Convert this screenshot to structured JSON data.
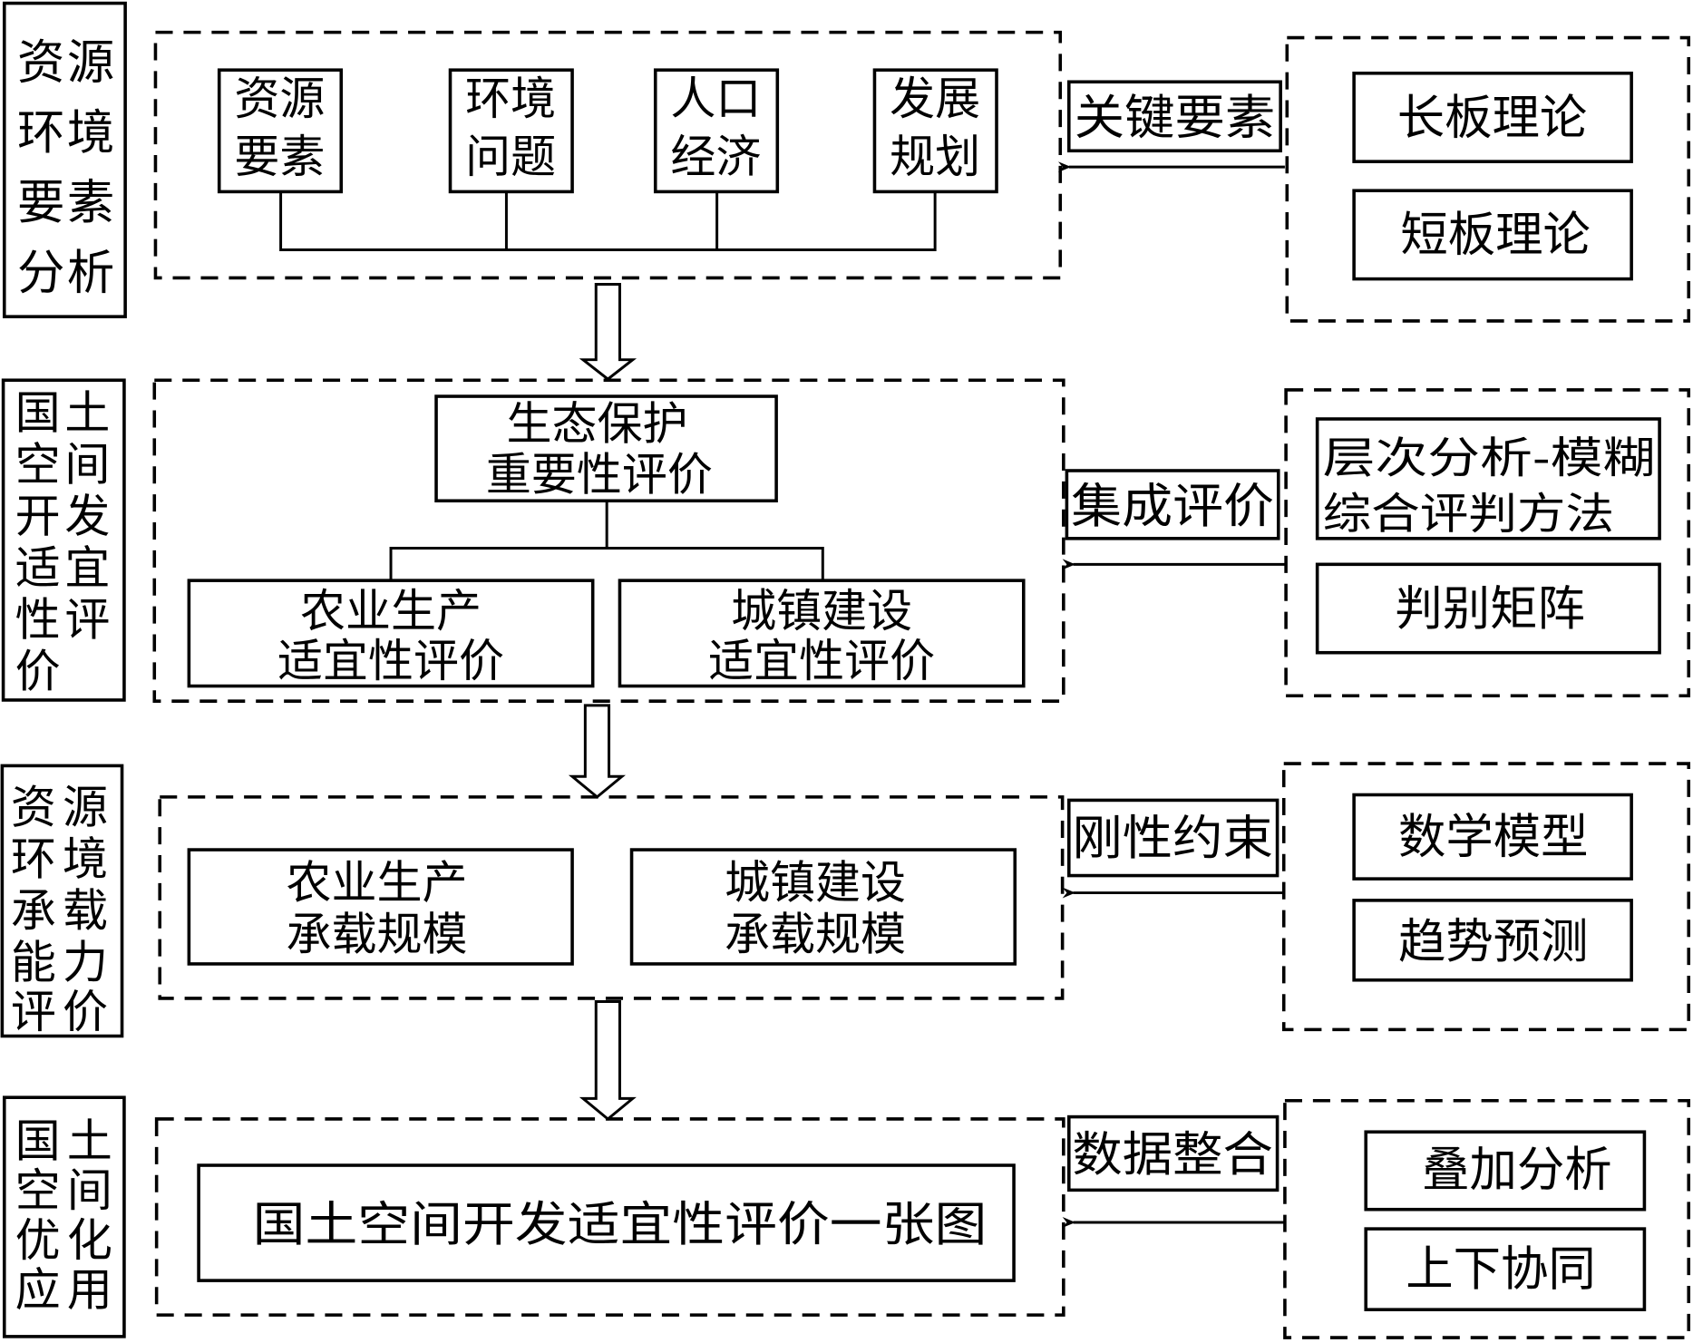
{
  "stages": [
    {
      "label_columns": [
        [
          "资",
          "环",
          "要",
          "分"
        ],
        [
          "源",
          "境",
          "素",
          "析"
        ]
      ],
      "label_text": "资源环境要素分析",
      "items": [
        {
          "lines": [
            "资源",
            "要素"
          ]
        },
        {
          "lines": [
            "环境",
            "问题"
          ]
        },
        {
          "lines": [
            "人口",
            "经济"
          ]
        },
        {
          "lines": [
            "发展",
            "规划"
          ]
        }
      ],
      "connector_label": "关键要素",
      "methods": [
        "长板理论",
        "短板理论"
      ]
    },
    {
      "label_columns": [
        [
          "国",
          "空",
          "开",
          "适",
          "性",
          "价"
        ],
        [
          "土",
          "间",
          "发",
          "宜",
          "评",
          ""
        ]
      ],
      "label_text": "国土空间开发适宜性评价",
      "top_item": {
        "lines": [
          "生态保护",
          "重要性评价"
        ]
      },
      "items": [
        {
          "lines": [
            "农业生产",
            "适宜性评价"
          ]
        },
        {
          "lines": [
            "城镇建设",
            "适宜性评价"
          ]
        }
      ],
      "connector_label": "集成评价",
      "methods": [
        {
          "lines": [
            "层次分析-模糊",
            "综合评判方法"
          ]
        },
        {
          "lines": [
            "判别矩阵"
          ]
        }
      ]
    },
    {
      "label_columns": [
        [
          "资",
          "环",
          "承",
          "能",
          "评"
        ],
        [
          "源",
          "境",
          "载",
          "力",
          "价"
        ]
      ],
      "label_text": "资源环境承载能力评价",
      "items": [
        {
          "lines": [
            "农业生产",
            "承载规模"
          ]
        },
        {
          "lines": [
            "城镇建设",
            "承载规模"
          ]
        }
      ],
      "connector_label": "刚性约束",
      "methods": [
        "数学模型",
        "趋势预测"
      ]
    },
    {
      "label_columns": [
        [
          "国",
          "空",
          "优",
          "应"
        ],
        [
          "土",
          "间",
          "化",
          "用"
        ]
      ],
      "label_text": "国土空间优化应用",
      "items": [
        {
          "lines": [
            "国土空间开发适宜性评价一张图"
          ]
        }
      ],
      "connector_label": "数据整合",
      "methods": [
        "叠加分析",
        "上下协同"
      ]
    }
  ]
}
